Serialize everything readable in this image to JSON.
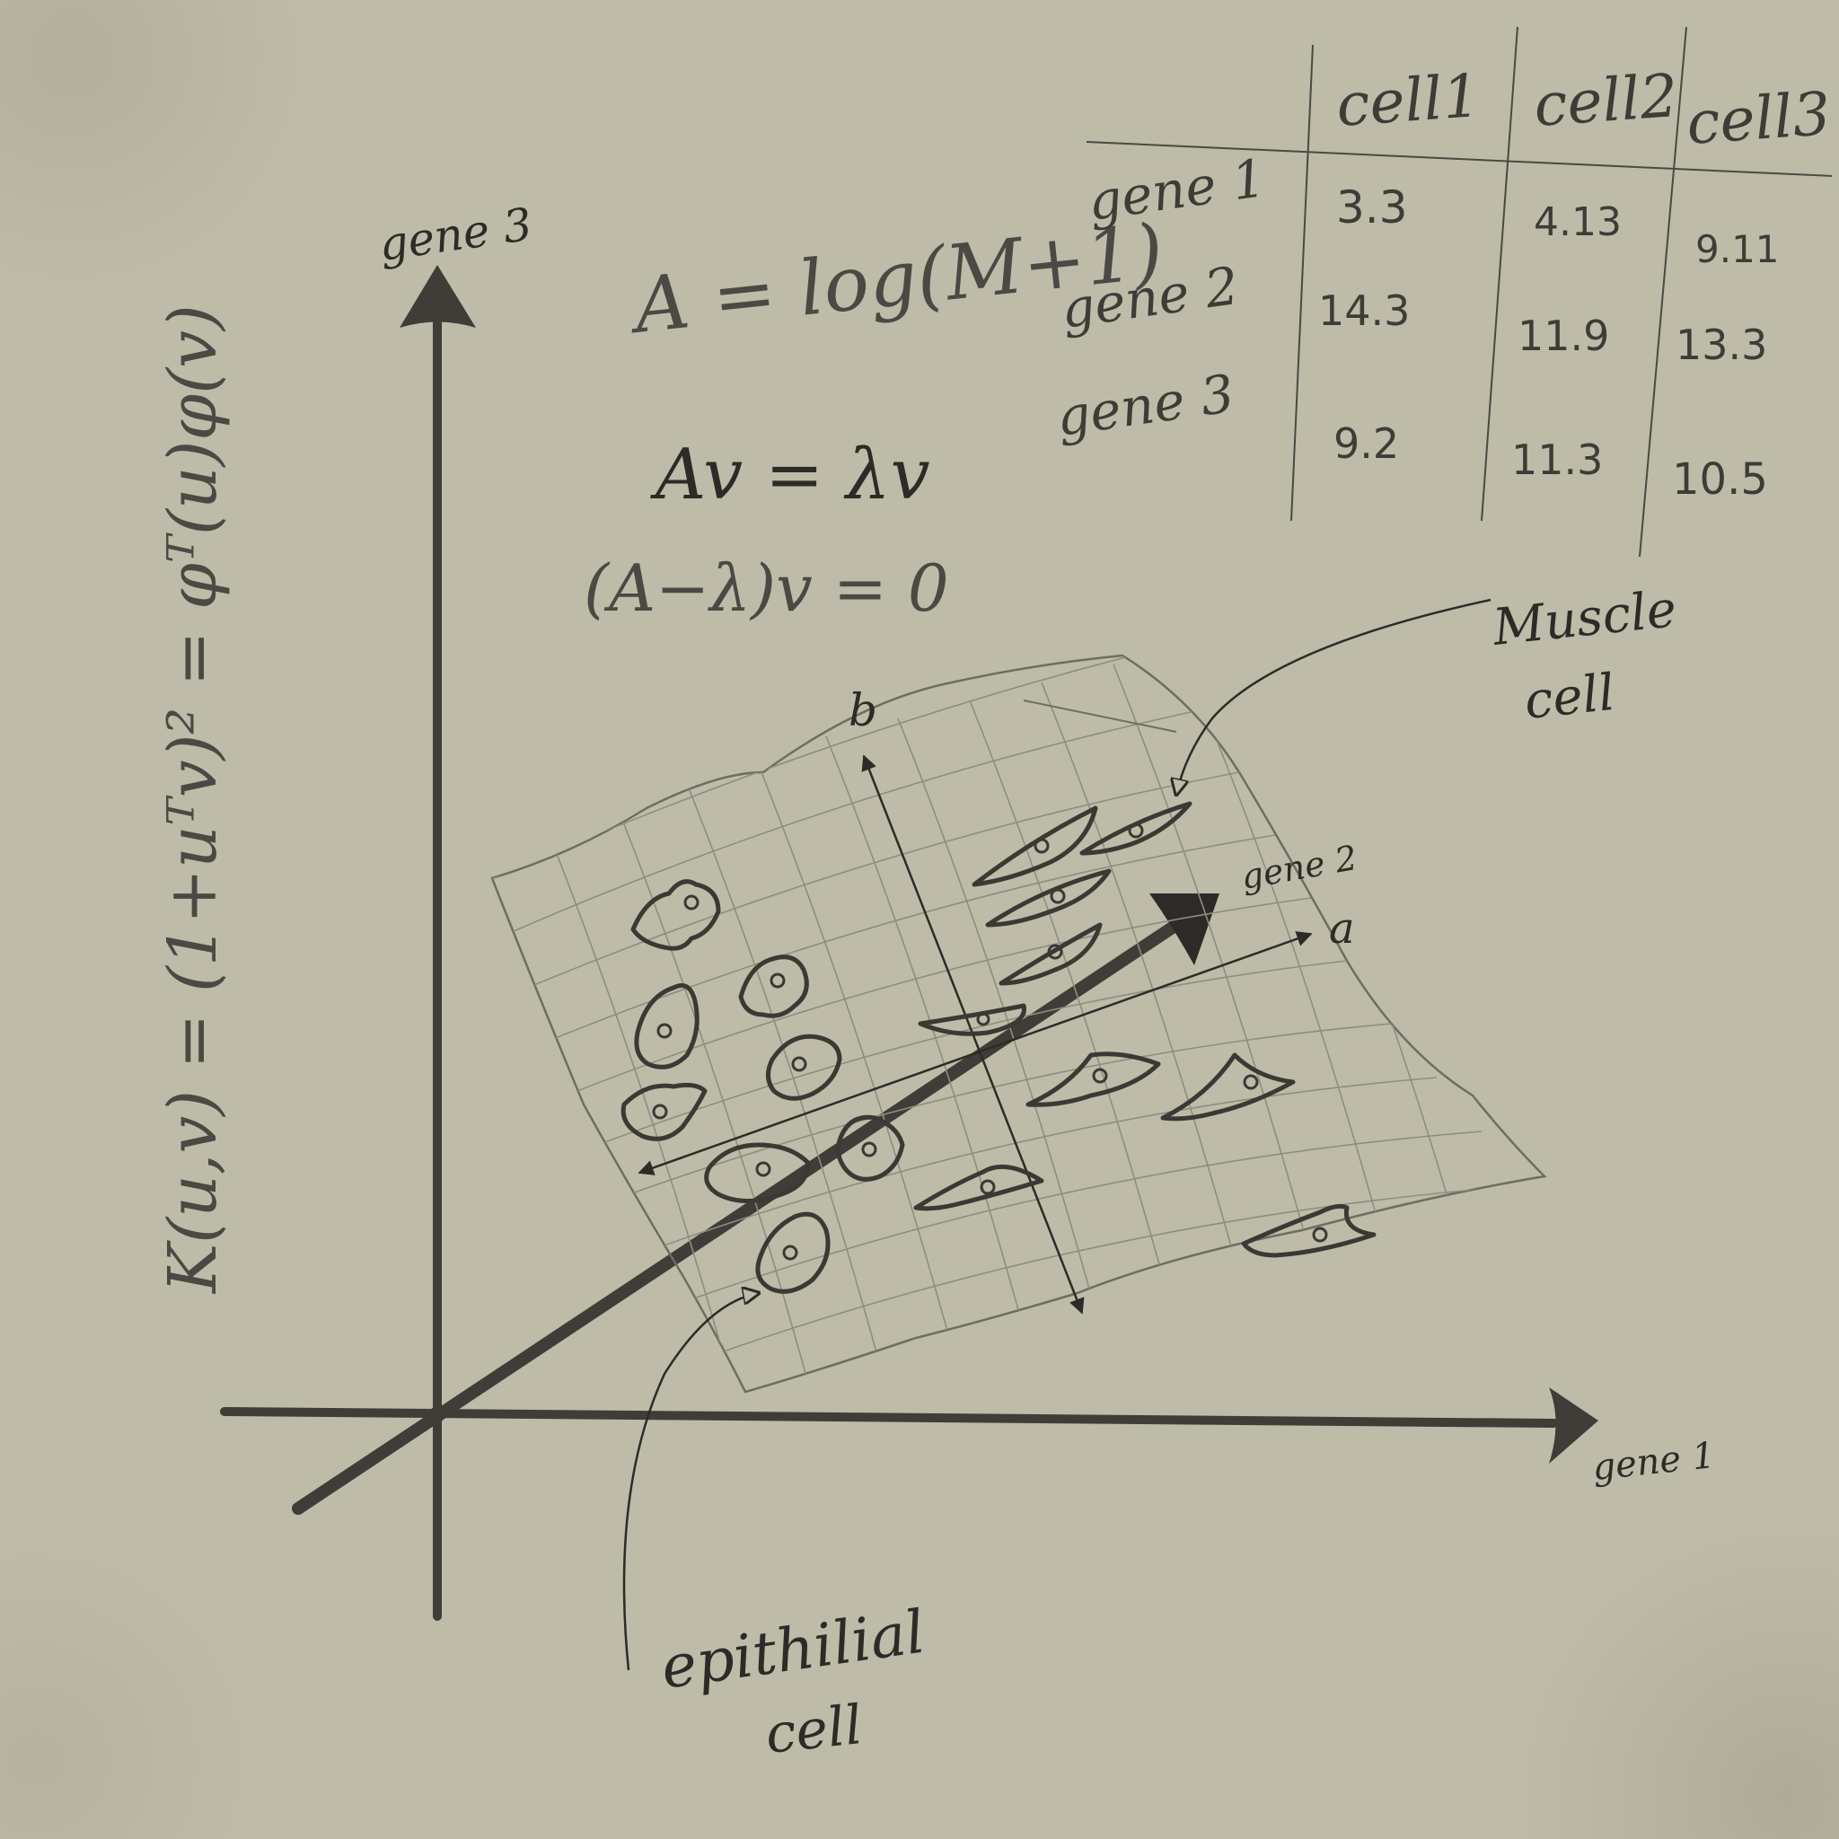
{
  "axes": {
    "x_label": "gene 1",
    "y_label": "gene 3",
    "z_label": "gene 2"
  },
  "table": {
    "columns": [
      "cell1",
      "cell2",
      "cell3"
    ],
    "rows": [
      {
        "label": "gene 1",
        "values": [
          "3.3",
          "4.13",
          "9.11"
        ]
      },
      {
        "label": "gene 2",
        "values": [
          "14.3",
          "11.9",
          "13.3"
        ]
      },
      {
        "label": "gene 3",
        "values": [
          "9.2",
          "11.3",
          "10.5"
        ]
      }
    ]
  },
  "equations": {
    "log_transform": "A = log(M+1)",
    "eigen": "Av = λv",
    "eigen_char": "(A−λ)v = 0",
    "kernel": "K(u,v) = (1+uᵀv)² = φᵀ(u)φ(v)"
  },
  "vectors": {
    "a_label": "a",
    "b_label": "b"
  },
  "annotations": {
    "muscle_line1": "Muscle",
    "muscle_line2": "cell",
    "epithelial_line1": "epithilial",
    "epithelial_line2": "cell"
  },
  "colors": {
    "paper": "#bebba8",
    "ink": "#2c2b27",
    "axis": "#3e3d38",
    "grid": "#8f8d80"
  }
}
